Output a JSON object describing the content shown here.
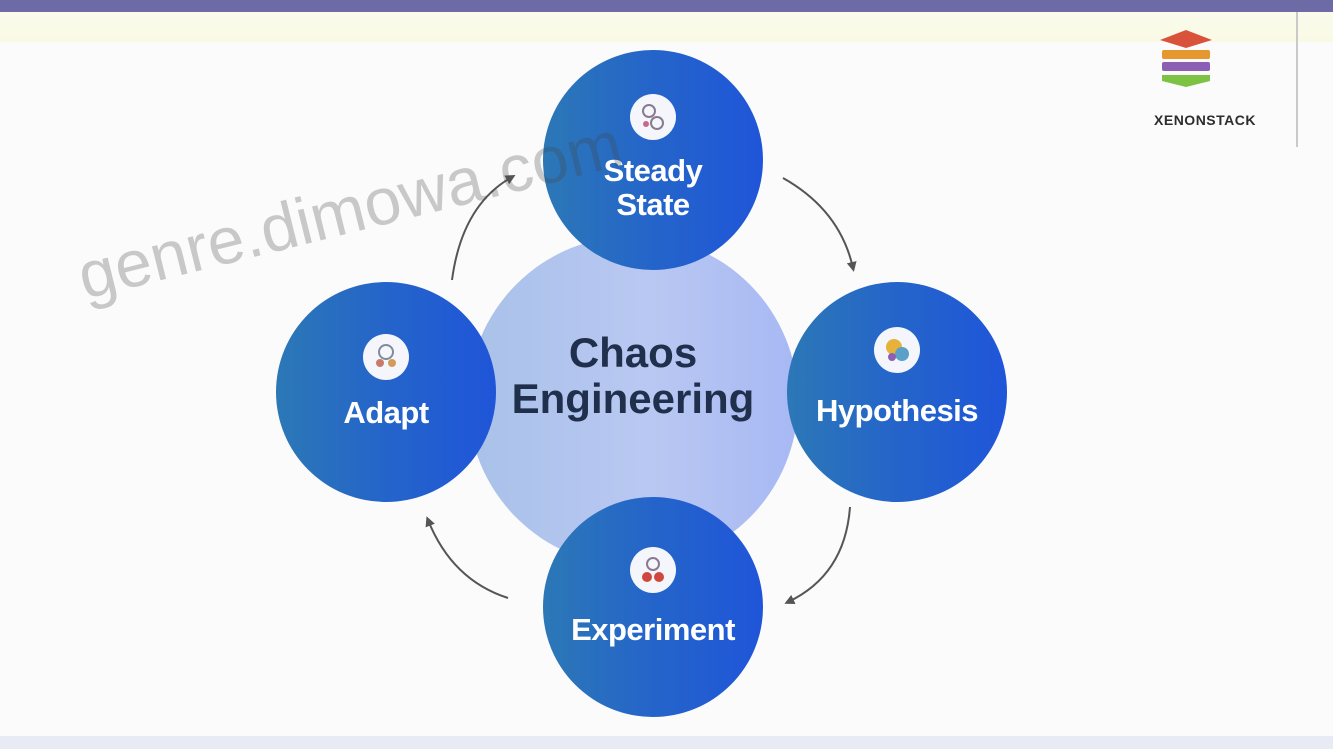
{
  "brand": {
    "name": "XENONSTACK",
    "colors": [
      "#d9533a",
      "#e6972e",
      "#8b5fb3",
      "#7dc242"
    ]
  },
  "center": {
    "line1": "Chaos",
    "line2": "Engineering"
  },
  "nodes": {
    "steady": {
      "line1": "Steady",
      "line2": "State",
      "icon": "steady-state-icon"
    },
    "hypothesis": {
      "label": "Hypothesis",
      "icon": "hypothesis-icon"
    },
    "experiment": {
      "label": "Experiment",
      "icon": "experiment-icon"
    },
    "adapt": {
      "label": "Adapt",
      "icon": "adapt-icon"
    }
  },
  "cycle": [
    "Steady State",
    "Hypothesis",
    "Experiment",
    "Adapt"
  ],
  "watermark": "genre.dimowa.com",
  "colors": {
    "node": "#2566c8",
    "center": "#b4c6ee",
    "arrow": "#555555"
  }
}
